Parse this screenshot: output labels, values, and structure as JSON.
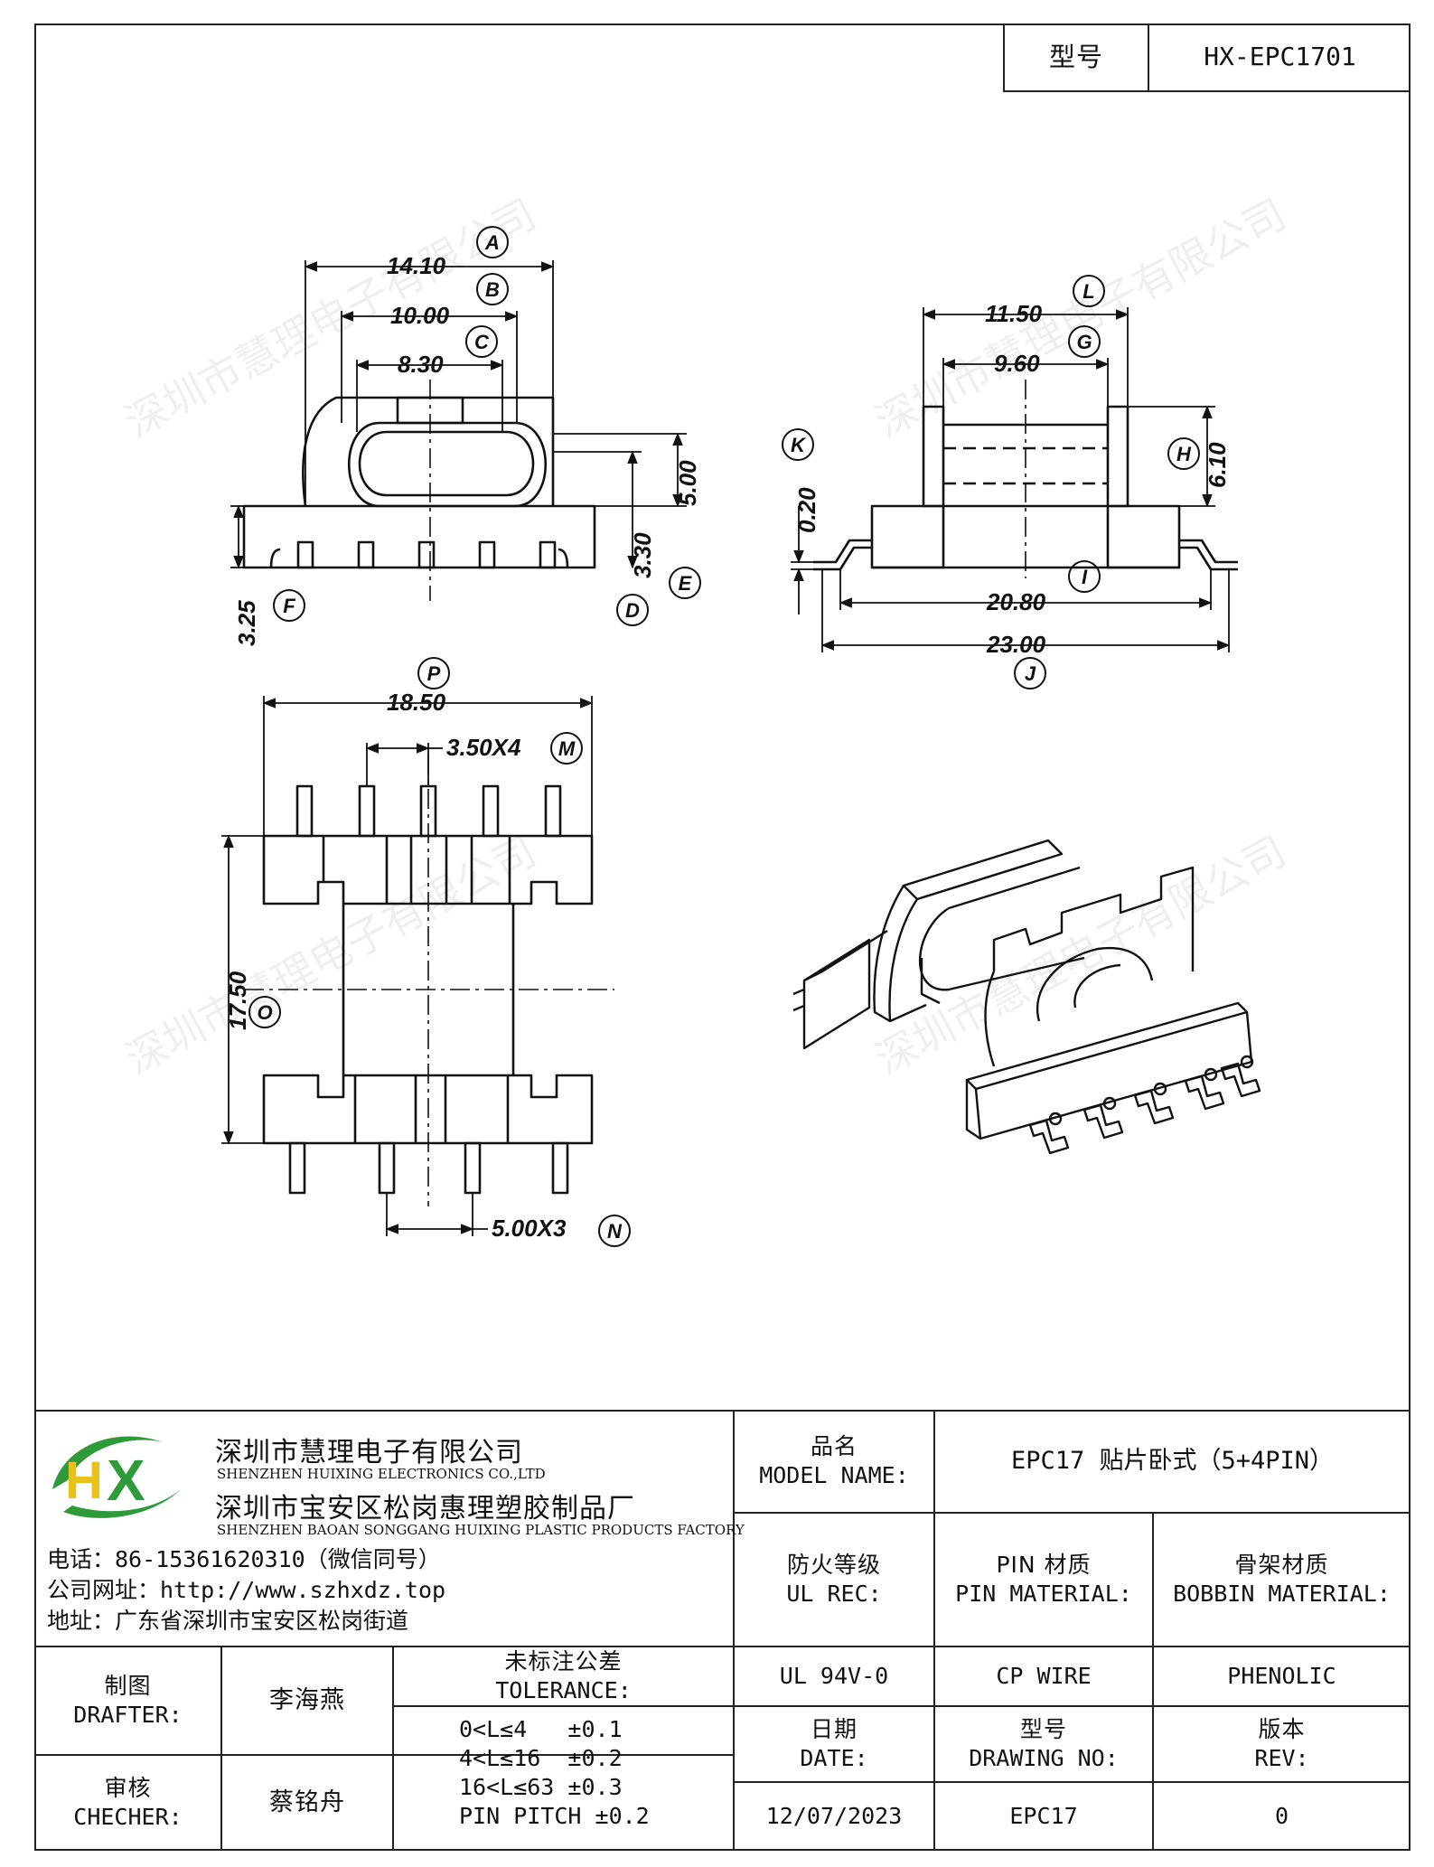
{
  "header": {
    "model_label": "型号",
    "model_value": "HX-EPC1701"
  },
  "dimensions": {
    "A": {
      "letter": "A",
      "value": "14.10"
    },
    "B": {
      "letter": "B",
      "value": "10.00"
    },
    "C": {
      "letter": "C",
      "value": "8.30"
    },
    "D": {
      "letter": "D",
      "value": "3.30"
    },
    "E": {
      "letter": "E",
      "value": "5.00"
    },
    "F": {
      "letter": "F",
      "value": "3.25"
    },
    "L": {
      "letter": "L",
      "value": "11.50"
    },
    "G": {
      "letter": "G",
      "value": "9.60"
    },
    "H": {
      "letter": "H",
      "value": "6.10"
    },
    "K": {
      "letter": "K",
      "value": "0.20"
    },
    "I": {
      "letter": "I",
      "value": "20.80"
    },
    "J": {
      "letter": "J",
      "value": "23.00"
    },
    "P": {
      "letter": "P",
      "value": "18.50"
    },
    "M": {
      "letter": "M",
      "value": "3.50X4"
    },
    "O": {
      "letter": "O",
      "value": "17.50"
    },
    "N": {
      "letter": "N",
      "value": "5.00X3"
    }
  },
  "watermark": "深圳市慧理电子有限公司",
  "company": {
    "logo_text": "HX",
    "name_cn": "深圳市慧理电子有限公司",
    "name_en": "SHENZHEN HUIXING ELECTRONICS CO.,LTD",
    "factory_cn": "深圳市宝安区松岗惠理塑胶制品厂",
    "factory_en": "SHENZHEN BAOAN SONGGANG HUIXING PLASTIC PRODUCTS FACTORY",
    "phone": "电话：86-15361620310（微信同号）",
    "website": "公司网址：http://www.szhxdz.top",
    "address": "地址：广东省深圳市宝安区松岗街道"
  },
  "title_block": {
    "model_name_cn": "品名",
    "model_name_en": "MODEL NAME:",
    "model_name_value": "EPC17 贴片卧式（5+4PIN）",
    "ul_cn": "防火等级",
    "ul_en": "UL REC:",
    "pin_cn": "PIN 材质",
    "pin_en": "PIN MATERIAL:",
    "bobbin_cn": "骨架材质",
    "bobbin_en": "BOBBIN MATERIAL:",
    "ul_value": "UL 94V-0",
    "pin_value": "CP WIRE",
    "bobbin_value": "PHENOLIC",
    "date_cn": "日期",
    "date_en": "DATE:",
    "drawing_cn": "型号",
    "drawing_en": "DRAWING NO:",
    "rev_cn": "版本",
    "rev_en": "REV:",
    "date_value": "12/07/2023",
    "drawing_value": "EPC17",
    "rev_value": "0",
    "drafter_cn": "制图",
    "drafter_en": "DRAFTER:",
    "drafter_value": "李海燕",
    "checker_cn": "审核",
    "checker_en": "CHECHER:",
    "checker_value": "蔡铭舟",
    "tolerance_cn": "未标注公差",
    "tolerance_en": "TOLERANCE:",
    "tolerance_lines": [
      "0<L≤4   ±0.1",
      "4<L≤16  ±0.2",
      "16<L≤63 ±0.3",
      "PIN PITCH ±0.2"
    ]
  },
  "colors": {
    "logo_green": "#2e9a3a",
    "logo_yellow": "#e6c21a",
    "line": "#111111"
  }
}
